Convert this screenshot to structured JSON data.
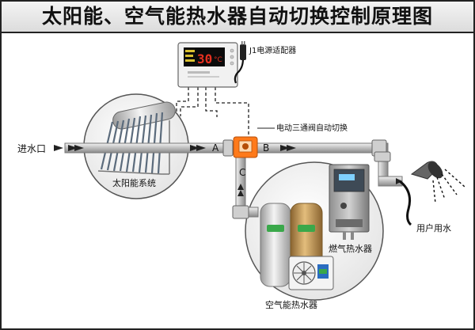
{
  "title": "太阳能、空气能热水器自动切换控制原理图",
  "labels": {
    "power_adapter": "J1电源适配器",
    "valve": "电动三通阀自动切换",
    "inlet": "进水口",
    "solar_system": "太阳能系统",
    "port_a": "A",
    "port_b": "B",
    "port_c": "C",
    "gas_heater": "燃气热水器",
    "user_water": "用户用水",
    "air_heater": "空气能热水器"
  },
  "controller": {
    "display_value": "30",
    "display_unit": "°C"
  },
  "colors": {
    "pipe": "#c9c9c9",
    "valve": "#ff7a1a",
    "display": "#e53020",
    "tank_gold": "#c89a54",
    "tank_silver": "#d8d8d8",
    "badge_green": "#3aa84a"
  }
}
